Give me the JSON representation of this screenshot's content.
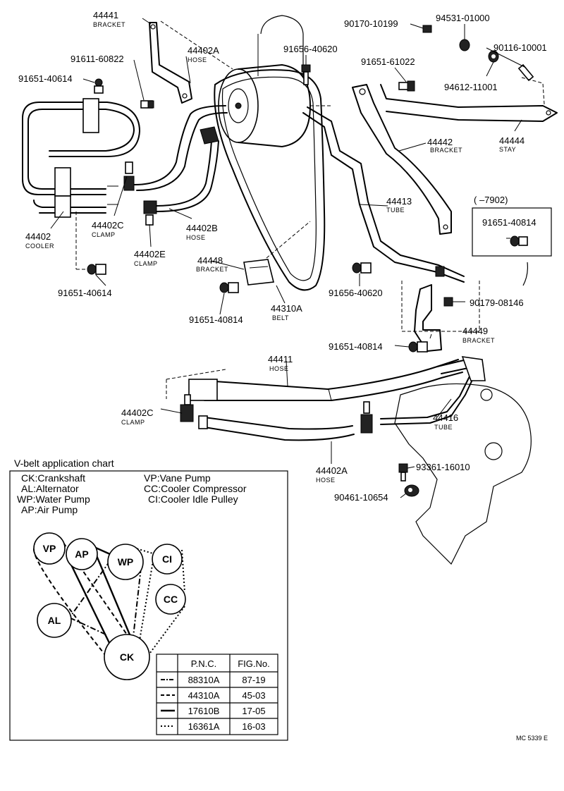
{
  "parts": [
    {
      "id": "p44441",
      "number": "44441",
      "desc": "BRACKET"
    },
    {
      "id": "p44402A_top",
      "number": "44402A",
      "desc": "HOSE"
    },
    {
      "id": "p91611_60822",
      "number": "91611-60822",
      "desc": ""
    },
    {
      "id": "p91651_40614_top",
      "number": "91651-40614",
      "desc": ""
    },
    {
      "id": "p91656_40620_top",
      "number": "91656-40620",
      "desc": ""
    },
    {
      "id": "p90170_10199",
      "number": "90170-10199",
      "desc": ""
    },
    {
      "id": "p94531_01000",
      "number": "94531-01000",
      "desc": ""
    },
    {
      "id": "p91651_61022",
      "number": "91651-61022",
      "desc": ""
    },
    {
      "id": "p90116_10001",
      "number": "90116-10001",
      "desc": ""
    },
    {
      "id": "p94612_11001",
      "number": "94612-11001",
      "desc": ""
    },
    {
      "id": "p44442",
      "number": "44442",
      "desc": "BRACKET"
    },
    {
      "id": "p44444",
      "number": "44444",
      "desc": "STAY"
    },
    {
      "id": "p44413",
      "number": "44413",
      "desc": "TUBE"
    },
    {
      "id": "p44402",
      "number": "44402",
      "desc": "COOLER"
    },
    {
      "id": "p44402C_top",
      "number": "44402C",
      "desc": "CLAMP"
    },
    {
      "id": "p44402B",
      "number": "44402B",
      "desc": "HOSE"
    },
    {
      "id": "p44402E",
      "number": "44402E",
      "desc": "CLAMP"
    },
    {
      "id": "p44448",
      "number": "44448",
      "desc": "BRACKET"
    },
    {
      "id": "p91651_40614_bot",
      "number": "91651-40614",
      "desc": ""
    },
    {
      "id": "p44310A",
      "number": "44310A",
      "desc": "BELT"
    },
    {
      "id": "p91656_40620_bot",
      "number": "91656-40620",
      "desc": ""
    },
    {
      "id": "p91651_40814_mid",
      "number": "91651-40814",
      "desc": ""
    },
    {
      "id": "p90179_08146",
      "number": "90179-08146",
      "desc": ""
    },
    {
      "id": "p44449",
      "number": "44449",
      "desc": "BRACKET"
    },
    {
      "id": "p91651_40814_low",
      "number": "91651-40814",
      "desc": ""
    },
    {
      "id": "p44411",
      "number": "44411",
      "desc": "HOSE"
    },
    {
      "id": "p44402C_bot",
      "number": "44402C",
      "desc": "CLAMP"
    },
    {
      "id": "p44416",
      "number": "44416",
      "desc": "TUBE"
    },
    {
      "id": "p93361_16010",
      "number": "93361-16010",
      "desc": ""
    },
    {
      "id": "p44402A_bot",
      "number": "44402A",
      "desc": "HOSE"
    },
    {
      "id": "p90461_10654",
      "number": "90461-10654",
      "desc": ""
    }
  ],
  "inset": {
    "range": "(        –7902)",
    "part_number": "91651-40814"
  },
  "chart": {
    "title": "V-belt application chart",
    "legend": [
      {
        "abbr": "CK",
        "name": "Crankshaft"
      },
      {
        "abbr": "AL",
        "name": "Alternator"
      },
      {
        "abbr": "WP",
        "name": "Water Pump"
      },
      {
        "abbr": "AP",
        "name": "Air Pump"
      },
      {
        "abbr": "VP",
        "name": "Vane Pump"
      },
      {
        "abbr": "CC",
        "name": "Cooler Compressor"
      },
      {
        "abbr": "CI",
        "name": "Cooler Idle Pulley"
      }
    ],
    "pulleys": [
      "VP",
      "AP",
      "WP",
      "CI",
      "CC",
      "AL",
      "CK"
    ],
    "table": {
      "headers": [
        "P.N.C.",
        "FIG.No."
      ],
      "rows": [
        {
          "pnc": "88310A",
          "fig": "87-19"
        },
        {
          "pnc": "44310A",
          "fig": "45-03"
        },
        {
          "pnc": "17610B",
          "fig": "17-05"
        },
        {
          "pnc": "16361A",
          "fig": "16-03"
        }
      ]
    }
  },
  "footer": {
    "code": "MC 5339 E"
  }
}
